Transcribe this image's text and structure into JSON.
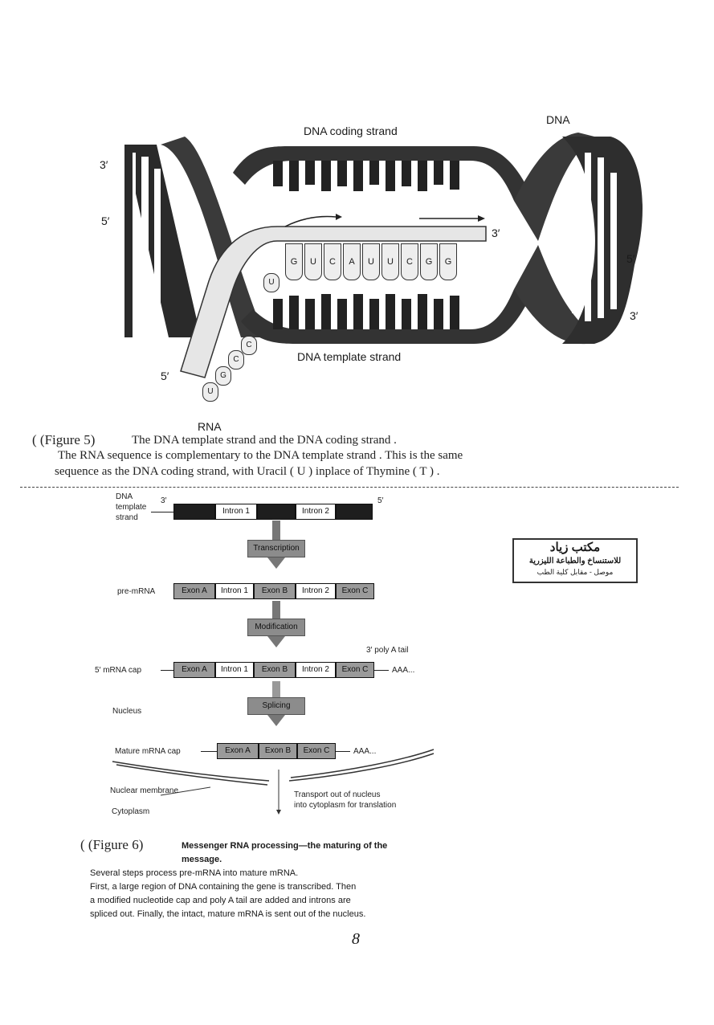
{
  "figure5": {
    "labels": {
      "dna_coding_strand": "DNA coding strand",
      "dna": "DNA",
      "dna_template_strand": "DNA template strand",
      "rna": "RNA",
      "p3_left": "3′",
      "p5_left": "5′",
      "p3_rna": "3′",
      "p5_right": "5′",
      "p3_right": "3′",
      "p5_rna": "5′"
    },
    "rna_bases_top": [
      "G",
      "U",
      "C",
      "A",
      "U",
      "U",
      "C",
      "G",
      "G"
    ],
    "rna_bases_tail": [
      "U",
      "C",
      "C",
      "G",
      "U"
    ],
    "caption_marker": "( (Figure 5)",
    "caption_title": "The DNA template strand and the DNA coding strand .",
    "caption_line2": "The RNA sequence is complementary to the DNA template strand . This is the same",
    "caption_line3": "sequence as the DNA coding strand, with Uracil ( U ) inplace of Thymine ( T ) ."
  },
  "figure6": {
    "row_labels": {
      "dna_template": [
        "DNA",
        "template",
        "strand"
      ],
      "pre_mrna": "pre-mRNA",
      "mrna_cap": "5′ mRNA cap",
      "nucleus": "Nucleus",
      "mature": "Mature mRNA cap",
      "nuclear_membrane": "Nuclear membrane",
      "cytoplasm": "Cytoplasm"
    },
    "ends": {
      "dna_3": "3′",
      "dna_5": "5′",
      "poly_a_label": "3′ poly A tail",
      "aaa1": "AAA...",
      "aaa2": "AAA..."
    },
    "dna_segments": [
      "Intron 1",
      "Intron 2"
    ],
    "pre_mrna_segments": [
      "Exon A",
      "Intron 1",
      "Exon B",
      "Intron 2",
      "Exon C"
    ],
    "cap_segments": [
      "Exon A",
      "Intron 1",
      "Exon B",
      "Intron 2",
      "Exon C"
    ],
    "mature_segments": [
      "Exon A",
      "Exon B",
      "Exon C"
    ],
    "steps": [
      "Transcription",
      "Modification",
      "Splicing"
    ],
    "transport_note": [
      "Transport out of nucleus",
      "into cytoplasm for translation"
    ],
    "caption_marker": "( (Figure 6)",
    "caption_bold": "Messenger RNA processing—the maturing of the message.",
    "caption_lines": [
      "Several steps process pre-mRNA into mature mRNA.",
      "First, a large region of DNA containing the gene is transcribed. Then",
      "a modified nucleotide cap and poly A tail are added and introns are",
      "spliced out. Finally, the intact, mature mRNA is sent out of the nucleus."
    ]
  },
  "stamp": {
    "line1": "مكتب زياد",
    "line2": "للاستنساخ والطباعة الليزرية",
    "line3": "موصل - مقابل كلية الطب"
  },
  "page_number": "8"
}
